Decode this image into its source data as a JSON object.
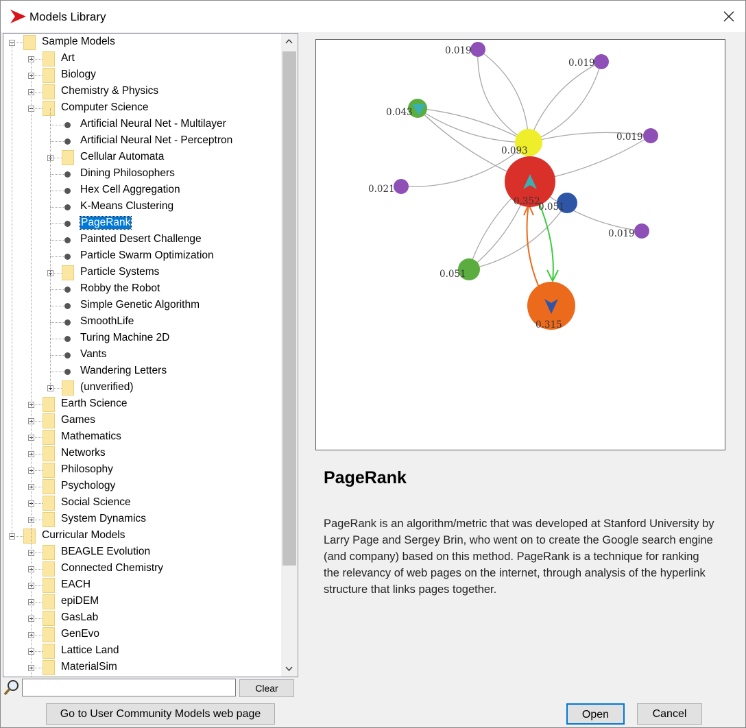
{
  "window": {
    "title": "Models Library",
    "icon": "netlogo-arrow-icon",
    "close_icon": "close-icon"
  },
  "tree": {
    "rows": [
      {
        "label": "Sample Models",
        "type": "folder",
        "level": 0,
        "state": "expanded"
      },
      {
        "label": "Art",
        "type": "folder",
        "level": 1,
        "state": "collapsed"
      },
      {
        "label": "Biology",
        "type": "folder",
        "level": 1,
        "state": "collapsed"
      },
      {
        "label": "Chemistry & Physics",
        "type": "folder",
        "level": 1,
        "state": "collapsed"
      },
      {
        "label": "Computer Science",
        "type": "folder",
        "level": 1,
        "state": "expanded"
      },
      {
        "label": "Artificial Neural Net - Multilayer",
        "type": "model",
        "level": 2
      },
      {
        "label": "Artificial Neural Net - Perceptron",
        "type": "model",
        "level": 2
      },
      {
        "label": "Cellular Automata",
        "type": "folder",
        "level": 2,
        "state": "collapsed"
      },
      {
        "label": "Dining Philosophers",
        "type": "model",
        "level": 2
      },
      {
        "label": "Hex Cell Aggregation",
        "type": "model",
        "level": 2
      },
      {
        "label": "K-Means Clustering",
        "type": "model",
        "level": 2
      },
      {
        "label": "PageRank",
        "type": "model",
        "level": 2,
        "selected": true
      },
      {
        "label": "Painted Desert Challenge",
        "type": "model",
        "level": 2
      },
      {
        "label": "Particle Swarm Optimization",
        "type": "model",
        "level": 2
      },
      {
        "label": "Particle Systems",
        "type": "folder",
        "level": 2,
        "state": "collapsed"
      },
      {
        "label": "Robby the Robot",
        "type": "model",
        "level": 2
      },
      {
        "label": "Simple Genetic Algorithm",
        "type": "model",
        "level": 2
      },
      {
        "label": "SmoothLife",
        "type": "model",
        "level": 2
      },
      {
        "label": "Turing Machine 2D",
        "type": "model",
        "level": 2
      },
      {
        "label": "Vants",
        "type": "model",
        "level": 2
      },
      {
        "label": "Wandering Letters",
        "type": "model",
        "level": 2
      },
      {
        "label": "(unverified)",
        "type": "folder",
        "level": 2,
        "state": "collapsed"
      },
      {
        "label": "Earth Science",
        "type": "folder",
        "level": 1,
        "state": "collapsed"
      },
      {
        "label": "Games",
        "type": "folder",
        "level": 1,
        "state": "collapsed"
      },
      {
        "label": "Mathematics",
        "type": "folder",
        "level": 1,
        "state": "collapsed"
      },
      {
        "label": "Networks",
        "type": "folder",
        "level": 1,
        "state": "collapsed"
      },
      {
        "label": "Philosophy",
        "type": "folder",
        "level": 1,
        "state": "collapsed"
      },
      {
        "label": "Psychology",
        "type": "folder",
        "level": 1,
        "state": "collapsed"
      },
      {
        "label": "Social Science",
        "type": "folder",
        "level": 1,
        "state": "collapsed"
      },
      {
        "label": "System Dynamics",
        "type": "folder",
        "level": 1,
        "state": "collapsed"
      },
      {
        "label": "Curricular Models",
        "type": "folder",
        "level": 0,
        "state": "expanded"
      },
      {
        "label": "BEAGLE Evolution",
        "type": "folder",
        "level": 1,
        "state": "collapsed"
      },
      {
        "label": "Connected Chemistry",
        "type": "folder",
        "level": 1,
        "state": "collapsed"
      },
      {
        "label": "EACH",
        "type": "folder",
        "level": 1,
        "state": "collapsed"
      },
      {
        "label": "epiDEM",
        "type": "folder",
        "level": 1,
        "state": "collapsed"
      },
      {
        "label": "GasLab",
        "type": "folder",
        "level": 1,
        "state": "collapsed"
      },
      {
        "label": "GenEvo",
        "type": "folder",
        "level": 1,
        "state": "collapsed"
      },
      {
        "label": "Lattice Land",
        "type": "folder",
        "level": 1,
        "state": "collapsed"
      },
      {
        "label": "MaterialSim",
        "type": "folder",
        "level": 1,
        "state": "collapsed"
      }
    ]
  },
  "search": {
    "value": "",
    "icon": "magnifier-icon",
    "clear_label": "Clear"
  },
  "buttons": {
    "community_label": "Go to User Community Models web page",
    "open_label": "Open",
    "cancel_label": "Cancel"
  },
  "model": {
    "title": "PageRank",
    "description": "PageRank is an algorithm/metric that was developed at Stanford University by Larry Page and Sergey Brin, who went on to create the Google search engine (and company) based on this method. PageRank is a technique for ranking the relevancy of web pages on the internet, through analysis of the hyperlink structure that links pages together."
  },
  "preview": {
    "nodes": [
      {
        "id": "n1",
        "label": "0.019",
        "color": "#8e4fb6"
      },
      {
        "id": "n2",
        "label": "0.019",
        "color": "#8e4fb6"
      },
      {
        "id": "n3",
        "label": "0.043",
        "color": "#5aad3e"
      },
      {
        "id": "n4",
        "label": "0.093",
        "color": "#eeee2a"
      },
      {
        "id": "n5",
        "label": "0.019",
        "color": "#8e4fb6"
      },
      {
        "id": "n6",
        "label": "0.021",
        "color": "#8e4fb6"
      },
      {
        "id": "n7",
        "label": "0.352",
        "color": "#d9302a"
      },
      {
        "id": "n8",
        "label": "0.051",
        "color": "#2f55a7"
      },
      {
        "id": "n9",
        "label": "0.019",
        "color": "#8e4fb6"
      },
      {
        "id": "n10",
        "label": "0.051",
        "color": "#5aad3e"
      },
      {
        "id": "n11",
        "label": "0.315",
        "color": "#ec6a1c"
      }
    ]
  }
}
